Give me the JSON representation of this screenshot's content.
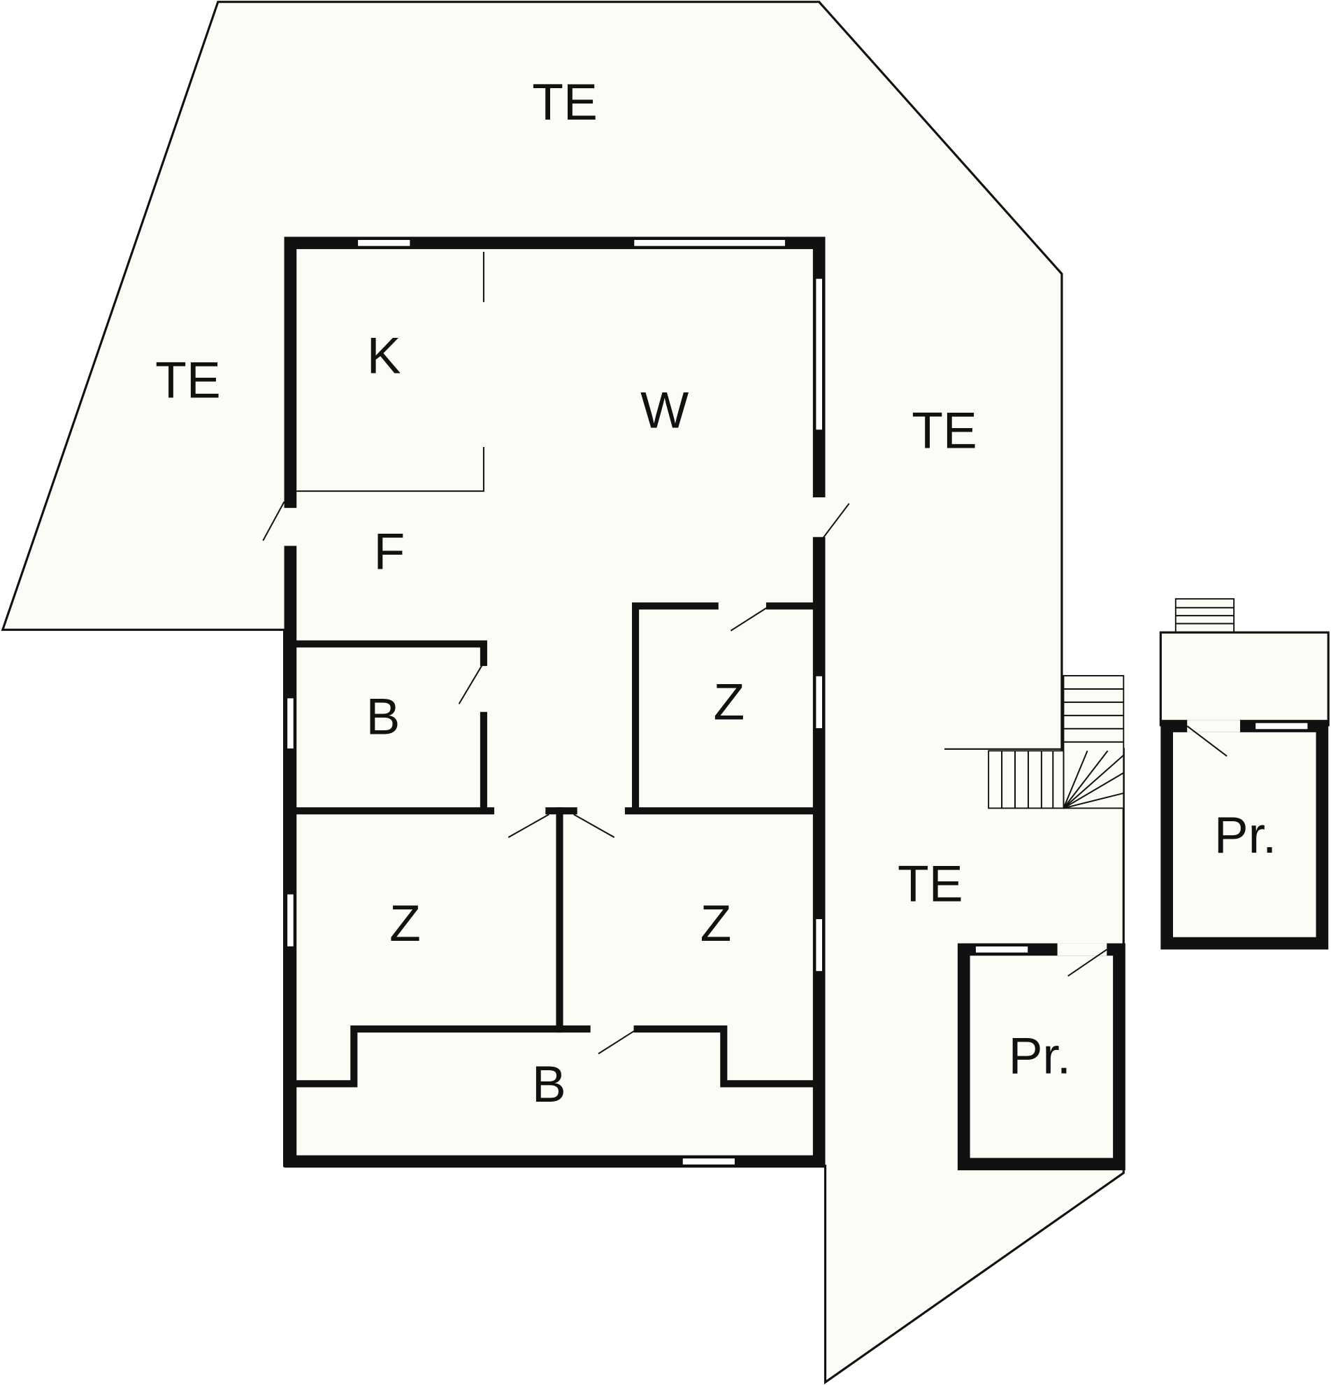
{
  "colors": {
    "floor_fill": "#fbfcf6",
    "wall": "#111111"
  },
  "rooms": {
    "terrace_top": "TE",
    "terrace_left": "TE",
    "terrace_right": "TE",
    "terrace_lower": "TE",
    "kitchen": "K",
    "living": "W",
    "hall": "F",
    "bath_upper": "B",
    "bedroom_right": "Z",
    "bedroom_left": "Z",
    "bedroom_middle": "Z",
    "bath_lower": "B",
    "storage_right": "Pr.",
    "storage_lower": "Pr."
  }
}
